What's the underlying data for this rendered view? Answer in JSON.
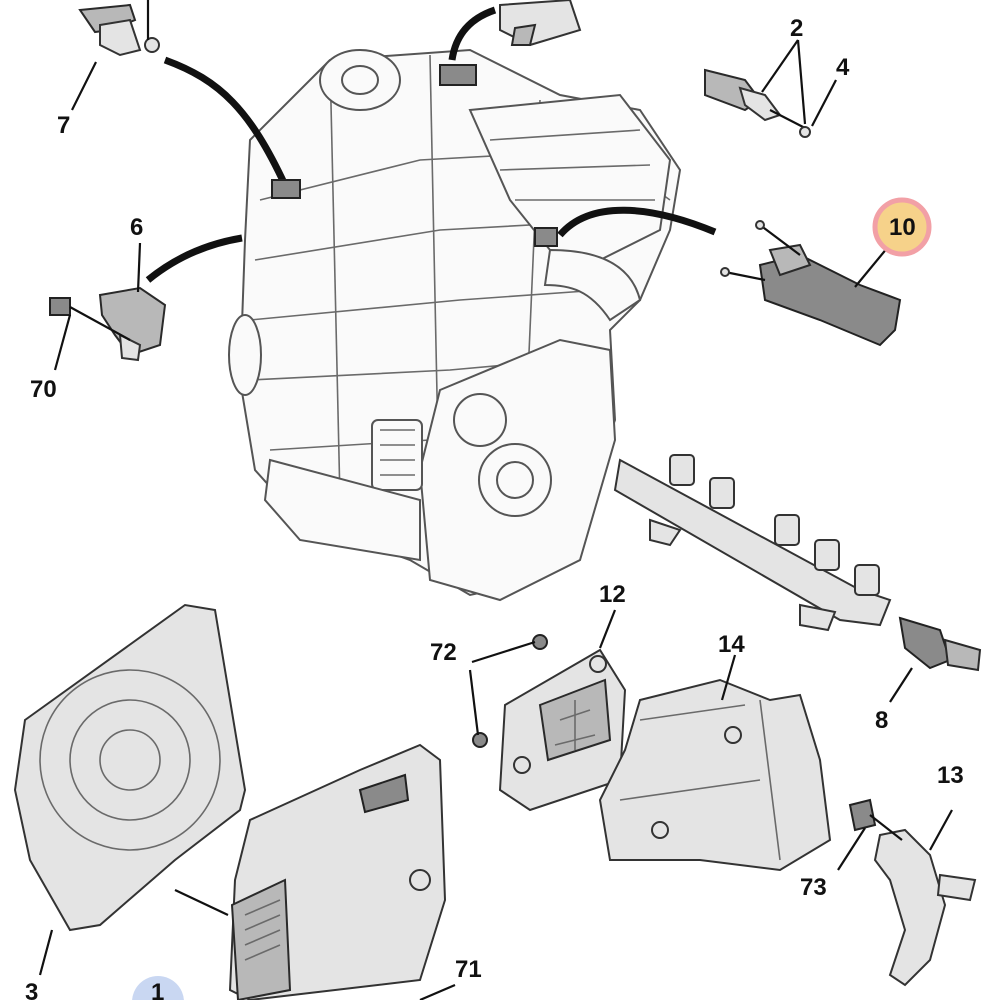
{
  "callouts": {
    "c2": "2",
    "c4": "4",
    "c6": "6",
    "c7": "7",
    "c10": "10",
    "c70": "70",
    "c12": "12",
    "c72": "72",
    "c14": "14",
    "c8": "8",
    "c13": "13",
    "c73": "73",
    "c71": "71",
    "c3": "3",
    "c1": "1"
  },
  "highlight": {
    "selected_callout": "10",
    "colors": {
      "fill": "#f6d28a",
      "ring": "#f2a0a6",
      "secondary": "#c9d7f2"
    }
  }
}
